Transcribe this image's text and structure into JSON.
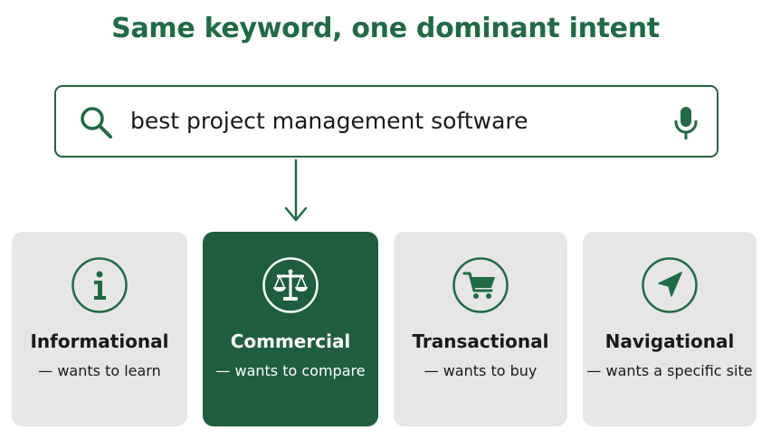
{
  "title": "Same keyword, one dominant intent",
  "search": {
    "query": "best project management software",
    "left_icon": "search-icon",
    "right_icon": "microphone-icon"
  },
  "colors": {
    "brand_green": "#1f6b45",
    "active_card": "#1e5e3f",
    "card_bg": "#e6e6e6",
    "text": "#1a1a1a"
  },
  "cards": [
    {
      "icon": "info-icon",
      "title": "Informational",
      "desc": "— wants to learn",
      "active": false
    },
    {
      "icon": "scales-icon",
      "title": "Commercial",
      "desc": "— wants to compare",
      "active": true
    },
    {
      "icon": "cart-icon",
      "title": "Transactional",
      "desc": "— wants to buy",
      "active": false
    },
    {
      "icon": "navigation-arrow-icon",
      "title": "Navigational",
      "desc": "— wants a specific site",
      "active": false
    }
  ]
}
